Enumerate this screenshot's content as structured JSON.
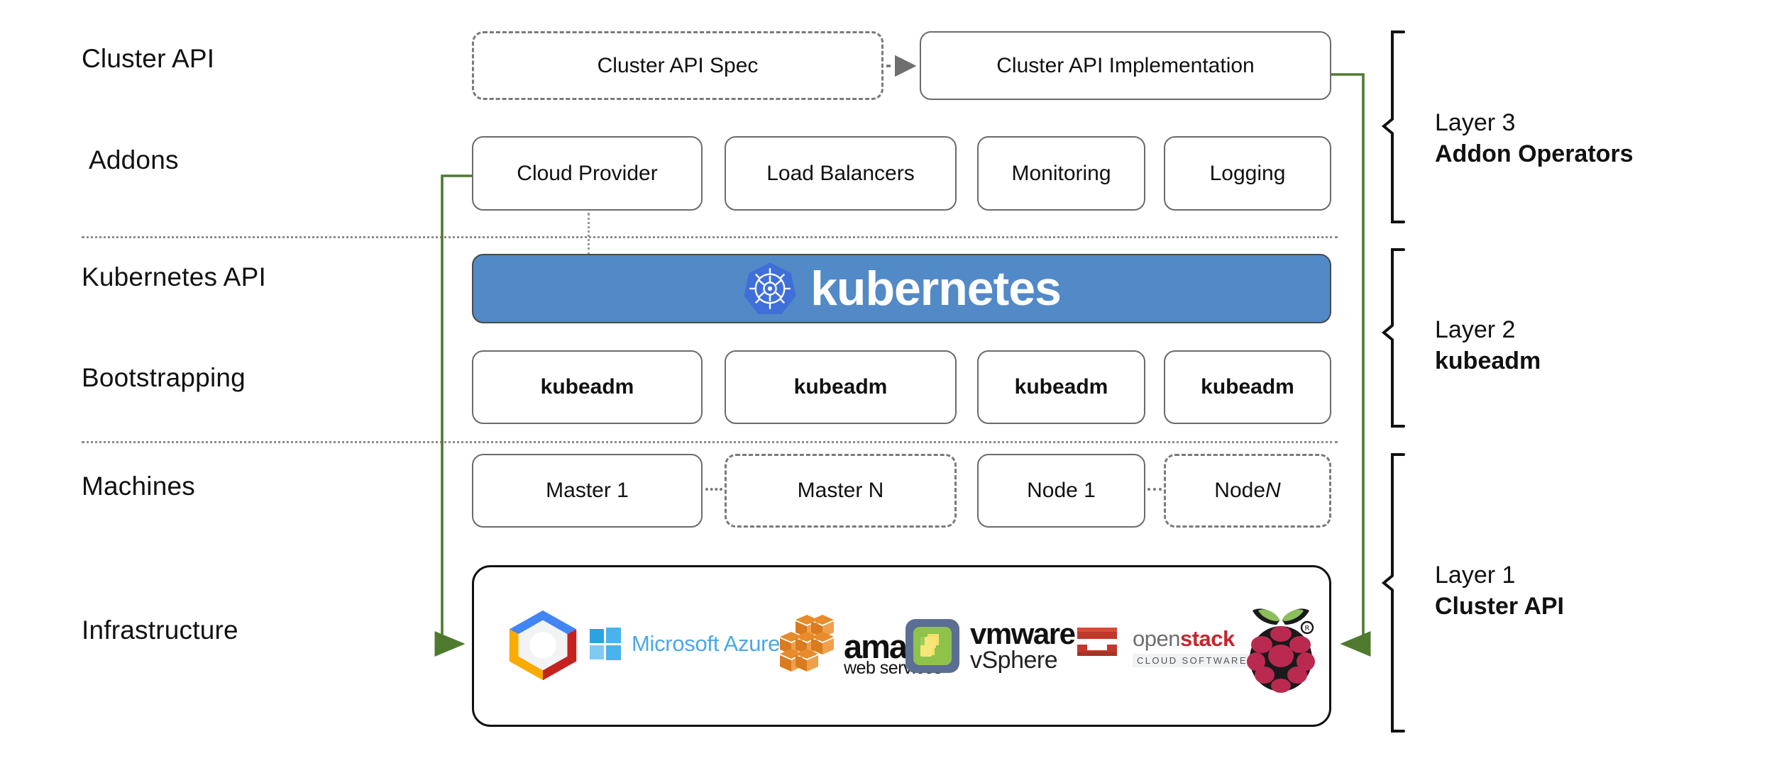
{
  "diagram": {
    "title": "Kubernetes Cluster API layered architecture",
    "accent_green": "#4f7a2e",
    "kubernetes_blue": "#5289c7",
    "logo_blue": "#3f6fd8"
  },
  "row_labels": [
    {
      "id": "cluster-api",
      "text": "Cluster API"
    },
    {
      "id": "addons",
      "text": "Addons"
    },
    {
      "id": "kubernetes-api",
      "text": "Kubernetes API"
    },
    {
      "id": "bootstrapping",
      "text": "Bootstrapping"
    },
    {
      "id": "machines",
      "text": "Machines"
    },
    {
      "id": "infrastructure",
      "text": "Infrastructure"
    }
  ],
  "cluster_api_row": {
    "spec": {
      "label": "Cluster API Spec",
      "style": "dashed"
    },
    "implementation": {
      "label": "Cluster API Implementation",
      "style": "solid"
    }
  },
  "addons_row": [
    {
      "label": "Cloud Provider"
    },
    {
      "label": "Load Balancers"
    },
    {
      "label": "Monitoring"
    },
    {
      "label": "Logging"
    }
  ],
  "kubernetes_band": {
    "wordmark": "kubernetes",
    "logo_name": "kubernetes-helm-wheel-icon"
  },
  "bootstrapping_row": [
    {
      "label": "kubeadm"
    },
    {
      "label": "kubeadm"
    },
    {
      "label": "kubeadm"
    },
    {
      "label": "kubeadm"
    }
  ],
  "machines_row": [
    {
      "label": "Master 1",
      "style": "solid",
      "italic_suffix": ""
    },
    {
      "label": "Master N",
      "style": "dashed",
      "italic_suffix": ""
    },
    {
      "label": "Node 1",
      "style": "solid",
      "italic_suffix": ""
    },
    {
      "label": "Node ",
      "style": "dashed",
      "italic_suffix": "N"
    }
  ],
  "infrastructure_row": {
    "providers": [
      {
        "name": "google-cloud-platform-logo",
        "text": ""
      },
      {
        "name": "microsoft-azure-logo",
        "text": "Microsoft Azure"
      },
      {
        "name": "amazon-web-services-logo",
        "text_top": "amazon",
        "text_bottom": "web services"
      },
      {
        "name": "vmware-vsphere-logo",
        "text_top": "vmware",
        "text_bottom": "vSphere"
      },
      {
        "name": "openstack-logo",
        "text_open": "open",
        "text_stack": "stack",
        "text_sub": "CLOUD SOFTWARE"
      },
      {
        "name": "raspberry-pi-logo",
        "text": ""
      }
    ]
  },
  "layer_brackets": [
    {
      "id": "layer-3",
      "line1": "Layer 3",
      "line2": "Addon Operators"
    },
    {
      "id": "layer-2",
      "line1": "Layer 2",
      "line2": "kubeadm"
    },
    {
      "id": "layer-1",
      "line1": "Layer 1",
      "line2": "Cluster API"
    }
  ]
}
